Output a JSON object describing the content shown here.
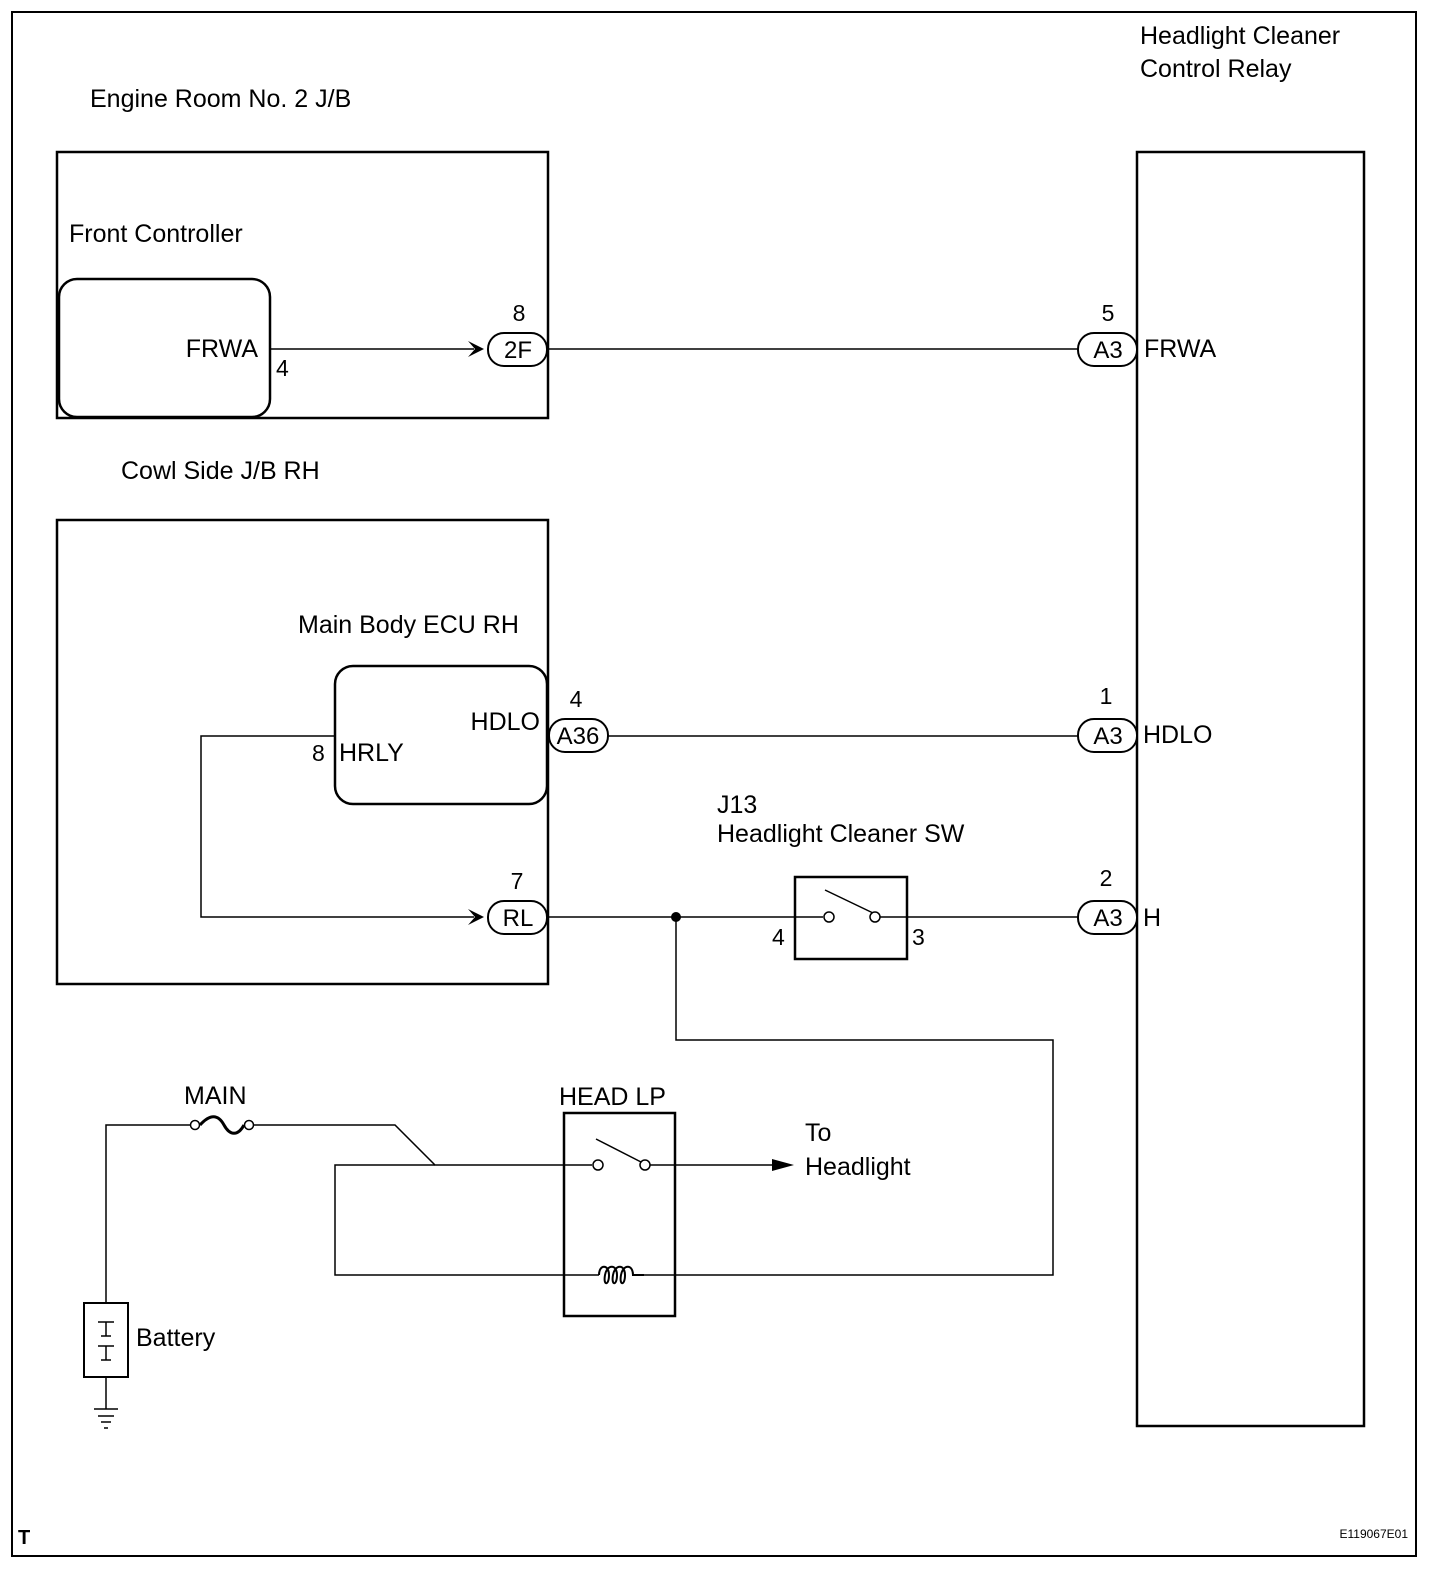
{
  "labels": {
    "relay_title_1": "Headlight Cleaner",
    "relay_title_2": "Control Relay",
    "engine_room_jb": "Engine Room No. 2 J/B",
    "front_controller": "Front Controller",
    "frwa_ecu": "FRWA",
    "cowl_side_jb": "Cowl Side J/B RH",
    "main_body_ecu": "Main Body ECU RH",
    "hdlo_ecu": "HDLO",
    "hrly": "HRLY",
    "relay_frwa": "FRWA",
    "relay_hdlo": "HDLO",
    "relay_h": "H",
    "sw_code": "J13",
    "sw_name": "Headlight Cleaner SW",
    "main_fuse": "MAIN",
    "head_lp": "HEAD LP",
    "to_1": "To",
    "to_2": "Headlight",
    "battery": "Battery",
    "corner_t": "T",
    "figure_id": "E119067E01"
  },
  "connectors": {
    "c_2f": "2F",
    "c_a3_top": "A3",
    "c_a36": "A36",
    "c_a3_mid": "A3",
    "c_rl": "RL",
    "c_a3_bot": "A3"
  },
  "pins": {
    "fc_frwa": "4",
    "c2f": "8",
    "a3_frwa": "5",
    "a36": "4",
    "a3_hdlo": "1",
    "hrly": "8",
    "rl": "7",
    "a3_h": "2",
    "sw_in": "4",
    "sw_out": "3"
  }
}
